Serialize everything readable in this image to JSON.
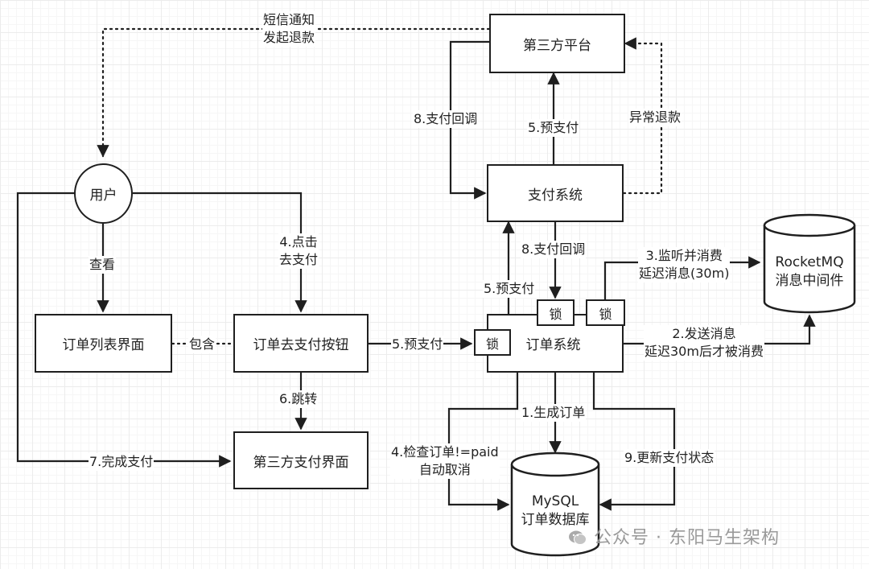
{
  "nodes": {
    "third_party_platform": "第三方平台",
    "payment_system": "支付系统",
    "user": "用户",
    "order_list_ui": "订单列表界面",
    "order_pay_button": "订单去支付按钮",
    "order_system": "订单系统",
    "third_party_pay_ui": "第三方支付界面",
    "rocketmq": [
      "RocketMQ",
      "消息中间件"
    ],
    "mysql": [
      "MySQL",
      "订单数据库"
    ],
    "lock": "锁"
  },
  "edges": {
    "sms_refund": [
      "短信通知",
      "发起退款"
    ],
    "callback_top": "8.支付回调",
    "prepay_top": "5.预支付",
    "abnormal_refund": "异常退款",
    "callback_mid": "8.支付回调",
    "prepay_mid": "5.预支付",
    "consume_delay": [
      "3.监听并消费",
      "延迟消息(30m)"
    ],
    "send_msg": [
      "2.发送消息",
      "延迟30m后才被消费"
    ],
    "view": "查看",
    "click_pay": [
      "4.点击",
      "去支付"
    ],
    "contains": "包含",
    "prepay_button": "5.预支付",
    "jump": "6.跳转",
    "create_order": "1.生成订单",
    "check_cancel": [
      "4.检查订单!=paid",
      "自动取消"
    ],
    "update_status": "9.更新支付状态",
    "complete_pay": "7.完成支付"
  },
  "watermark": "公众号 · 东阳马生架构",
  "colors": {
    "stroke": "#1f1f1f",
    "watermark": "#9a9a9a"
  }
}
